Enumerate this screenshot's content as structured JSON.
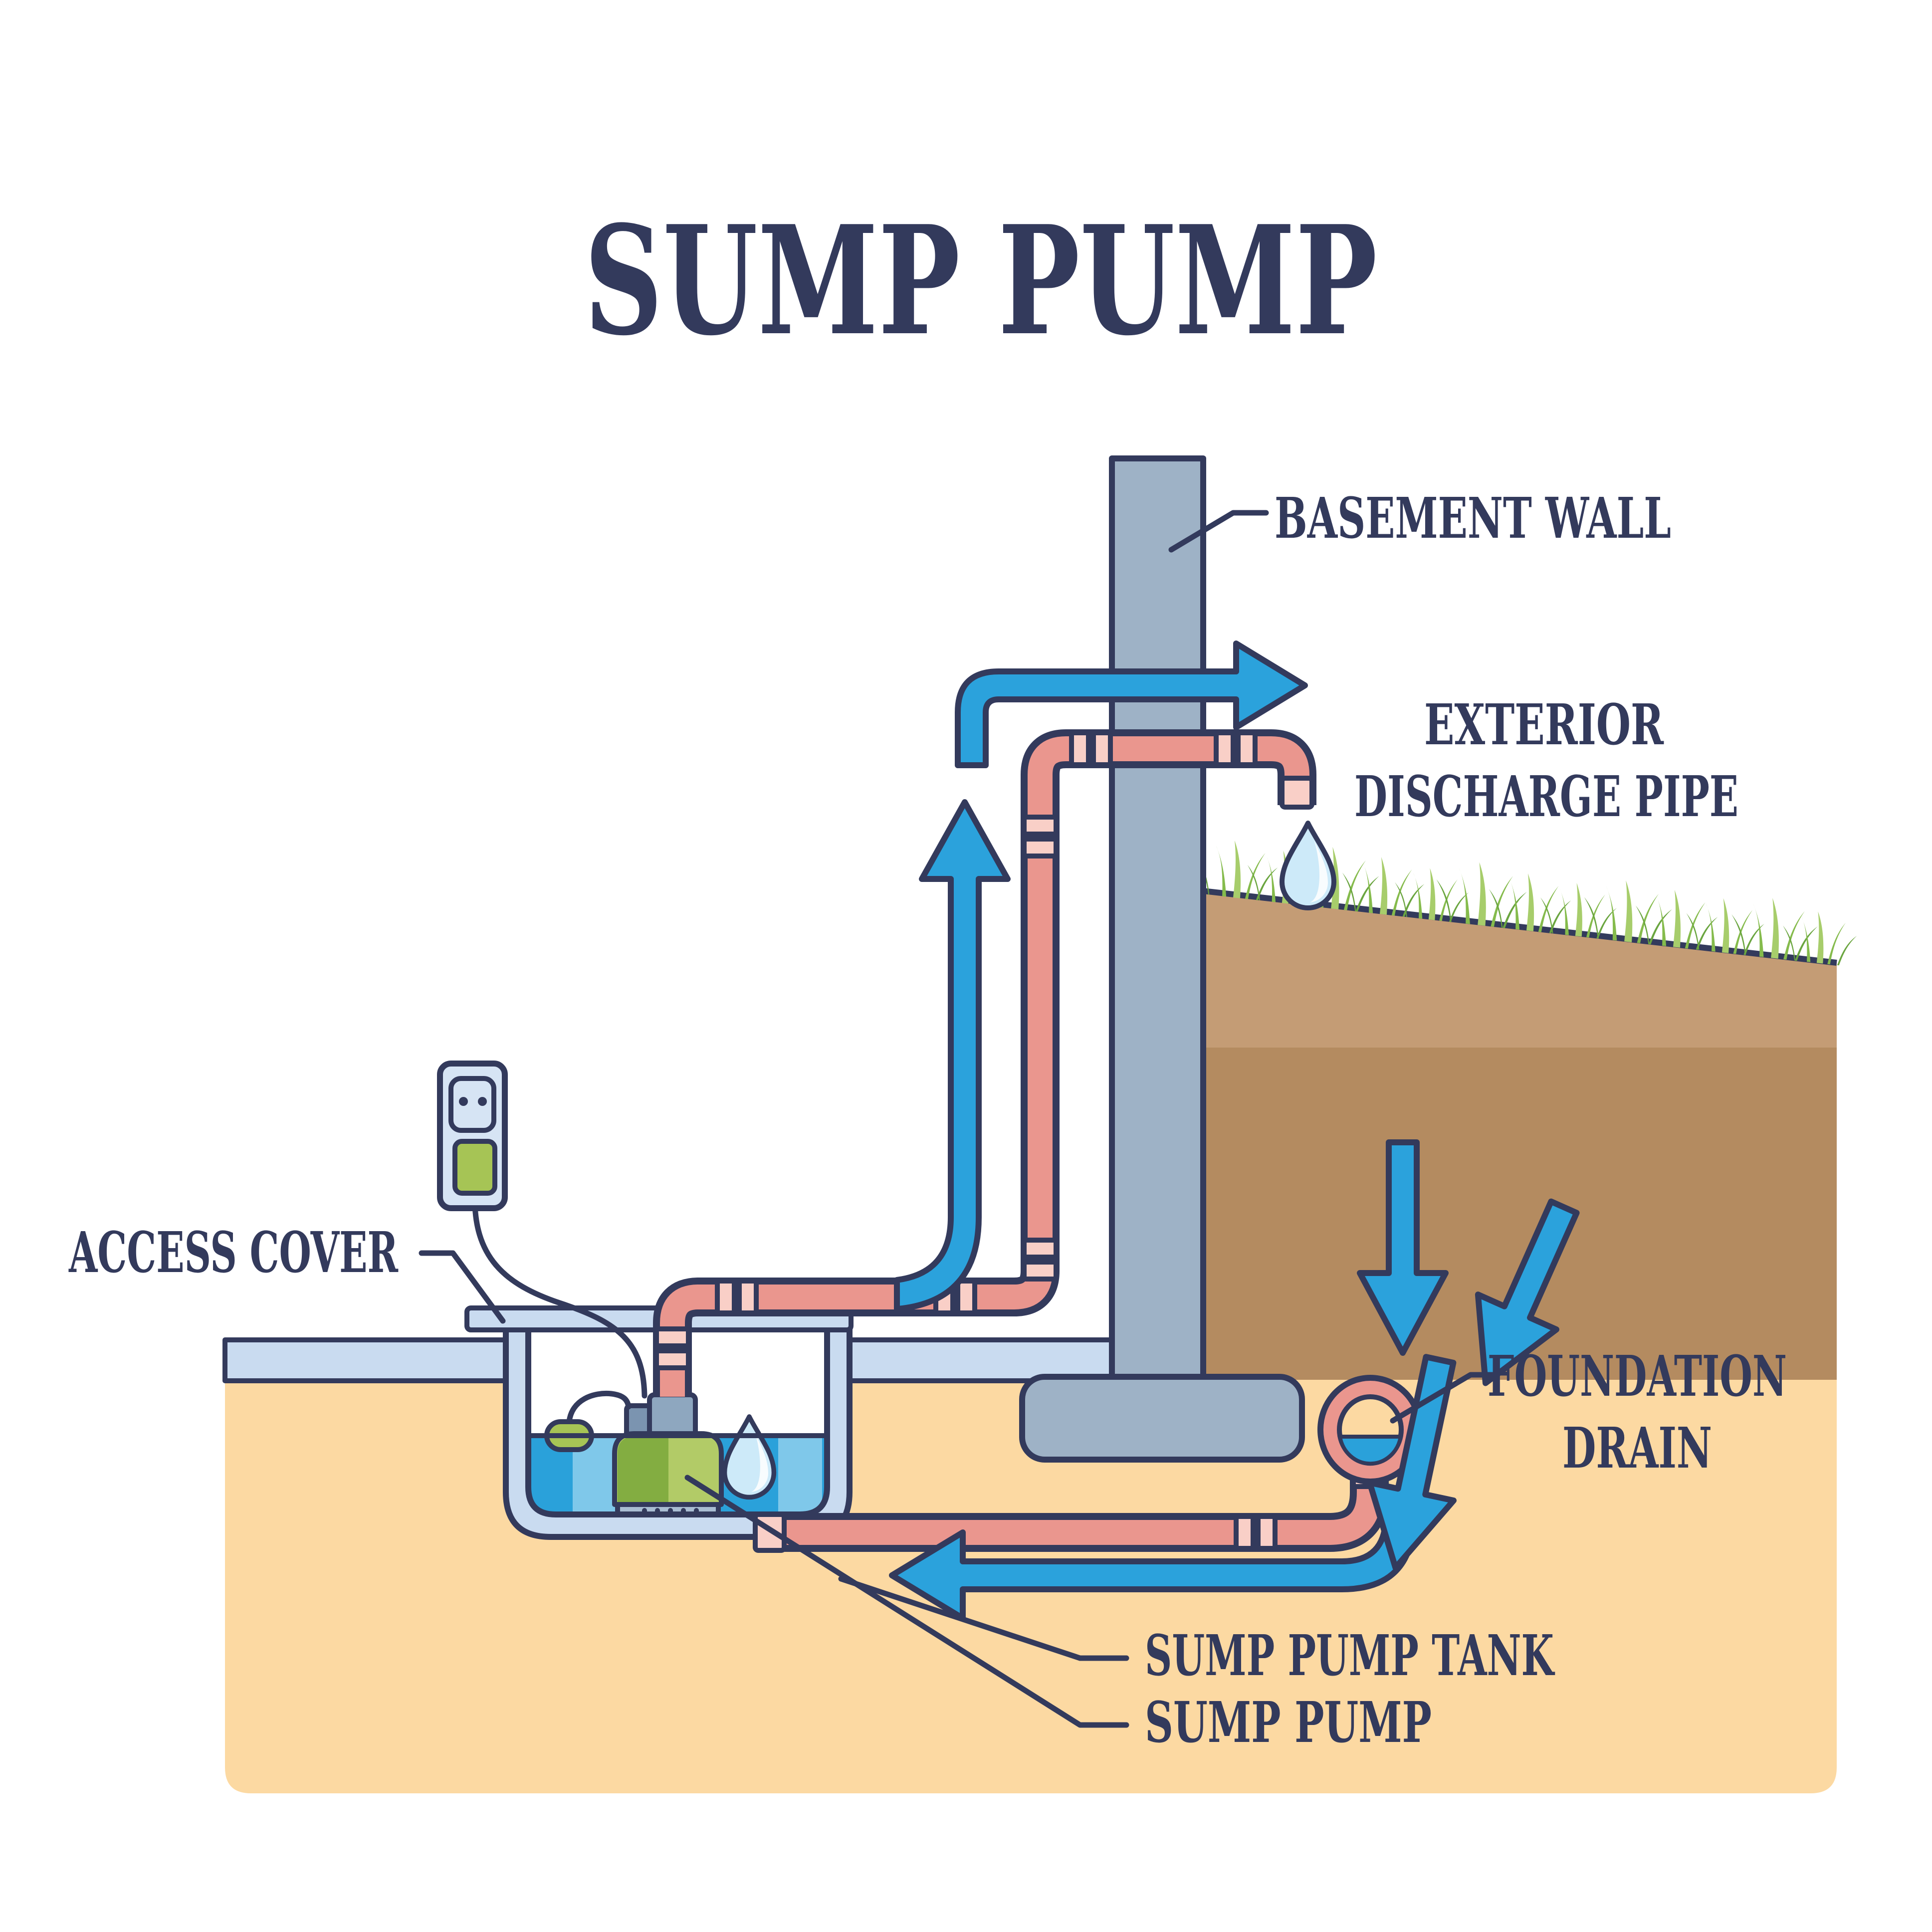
{
  "title": "SUMP PUMP",
  "labels": {
    "basement_wall": "BASEMENT WALL",
    "exterior_discharge_pipe": [
      "EXTERIOR",
      "DISCHARGE PIPE"
    ],
    "access_cover": "ACCESS COVER",
    "foundation_drain": [
      "FOUNDATION",
      "DRAIN"
    ],
    "sump_pump_tank": "SUMP PUMP TANK",
    "sump_pump": "SUMP PUMP"
  },
  "colors": {
    "outline_navy": "#333a5c",
    "title_text": "#333a5c",
    "wall_gray": "#9eb2c6",
    "pipe_salmon": "#ea968e",
    "pipe_fitting_light": "#f9cfc7",
    "water_blue": "#2aa1da",
    "water_stripe_light": "#7fc8ea",
    "water_stripe_lighter": "#c4e8f8",
    "flow_arrow_blue": "#2ba2dc",
    "slab_light_blue": "#c9dbf0",
    "outlet_plate_blue": "#d6e4f4",
    "sand_soil": "#fcd9a2",
    "brown_soil_top": "#c49c75",
    "brown_soil_mid": "#b48b60",
    "grass_green_dark": "#6aa53f",
    "grass_green_mid": "#85bb4c",
    "grass_green_light": "#a7cd6b",
    "pump_green_dark": "#83ad41",
    "pump_green_light": "#b2cb67",
    "pump_gray": "#8ea7bf",
    "float_green": "#a6c455",
    "droplet_blue": "#cdeaf9"
  },
  "icons": [
    "water-drop-icon",
    "flow-arrow-icon",
    "grass-icon",
    "power-outlet-icon",
    "power-plug-icon",
    "leader-line"
  ]
}
